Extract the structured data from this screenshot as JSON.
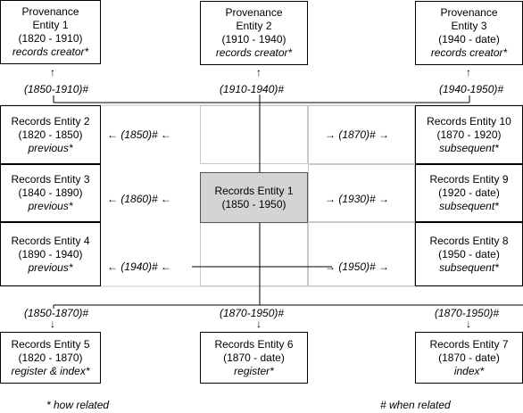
{
  "entities": {
    "prov1": {
      "l1": "Provenance",
      "l2": "Entity 1",
      "l3": "(1820 - 1910)",
      "rel": "records creator*"
    },
    "prov2": {
      "l1": "Provenance",
      "l2": "Entity 2",
      "l3": "(1910 - 1940)",
      "rel": "records creator*"
    },
    "prov3": {
      "l1": "Provenance",
      "l2": "Entity 3",
      "l3": "(1940 - date)",
      "rel": "records creator*"
    },
    "rec1": {
      "l1": "Records Entity 1",
      "l2": "(1850 - 1950)"
    },
    "rec2": {
      "l1": "Records Entity 2",
      "l2": "(1820 - 1850)",
      "rel": "previous*"
    },
    "rec3": {
      "l1": "Records Entity 3",
      "l2": "(1840 - 1890)",
      "rel": "previous*"
    },
    "rec4": {
      "l1": "Records Entity 4",
      "l2": "(1890 - 1940)",
      "rel": "previous*"
    },
    "rec5": {
      "l1": "Records Entity 5",
      "l2": "(1820 - 1870)",
      "rel": "register & index*"
    },
    "rec6": {
      "l1": "Records Entity 6",
      "l2": "(1870 - date)",
      "rel": "register*"
    },
    "rec7": {
      "l1": "Records Entity 7",
      "l2": "(1870 - date)",
      "rel": "index*"
    },
    "rec8": {
      "l1": "Records Entity 8",
      "l2": "(1950 - date)",
      "rel": "subsequent*"
    },
    "rec9": {
      "l1": "Records Entity 9",
      "l2": "(1920 - date)",
      "rel": "subsequent*"
    },
    "rec10": {
      "l1": "Records Entity 10",
      "l2": "(1870 - 1920)",
      "rel": "subsequent*"
    }
  },
  "when": {
    "top1": "(1850-1910)#",
    "top2": "(1910-1940)#",
    "top3": "(1940-1950)#",
    "left2": "(1850)#",
    "left3": "(1860)#",
    "left4": "(1940)#",
    "right10": "(1870)#",
    "right9": "(1930)#",
    "right8": "(1950)#",
    "bot5": "(1850-1870)#",
    "bot6": "(1870-1950)#",
    "bot7": "(1870-1950)#"
  },
  "notes": {
    "how": "* how related",
    "when": "# when related"
  }
}
